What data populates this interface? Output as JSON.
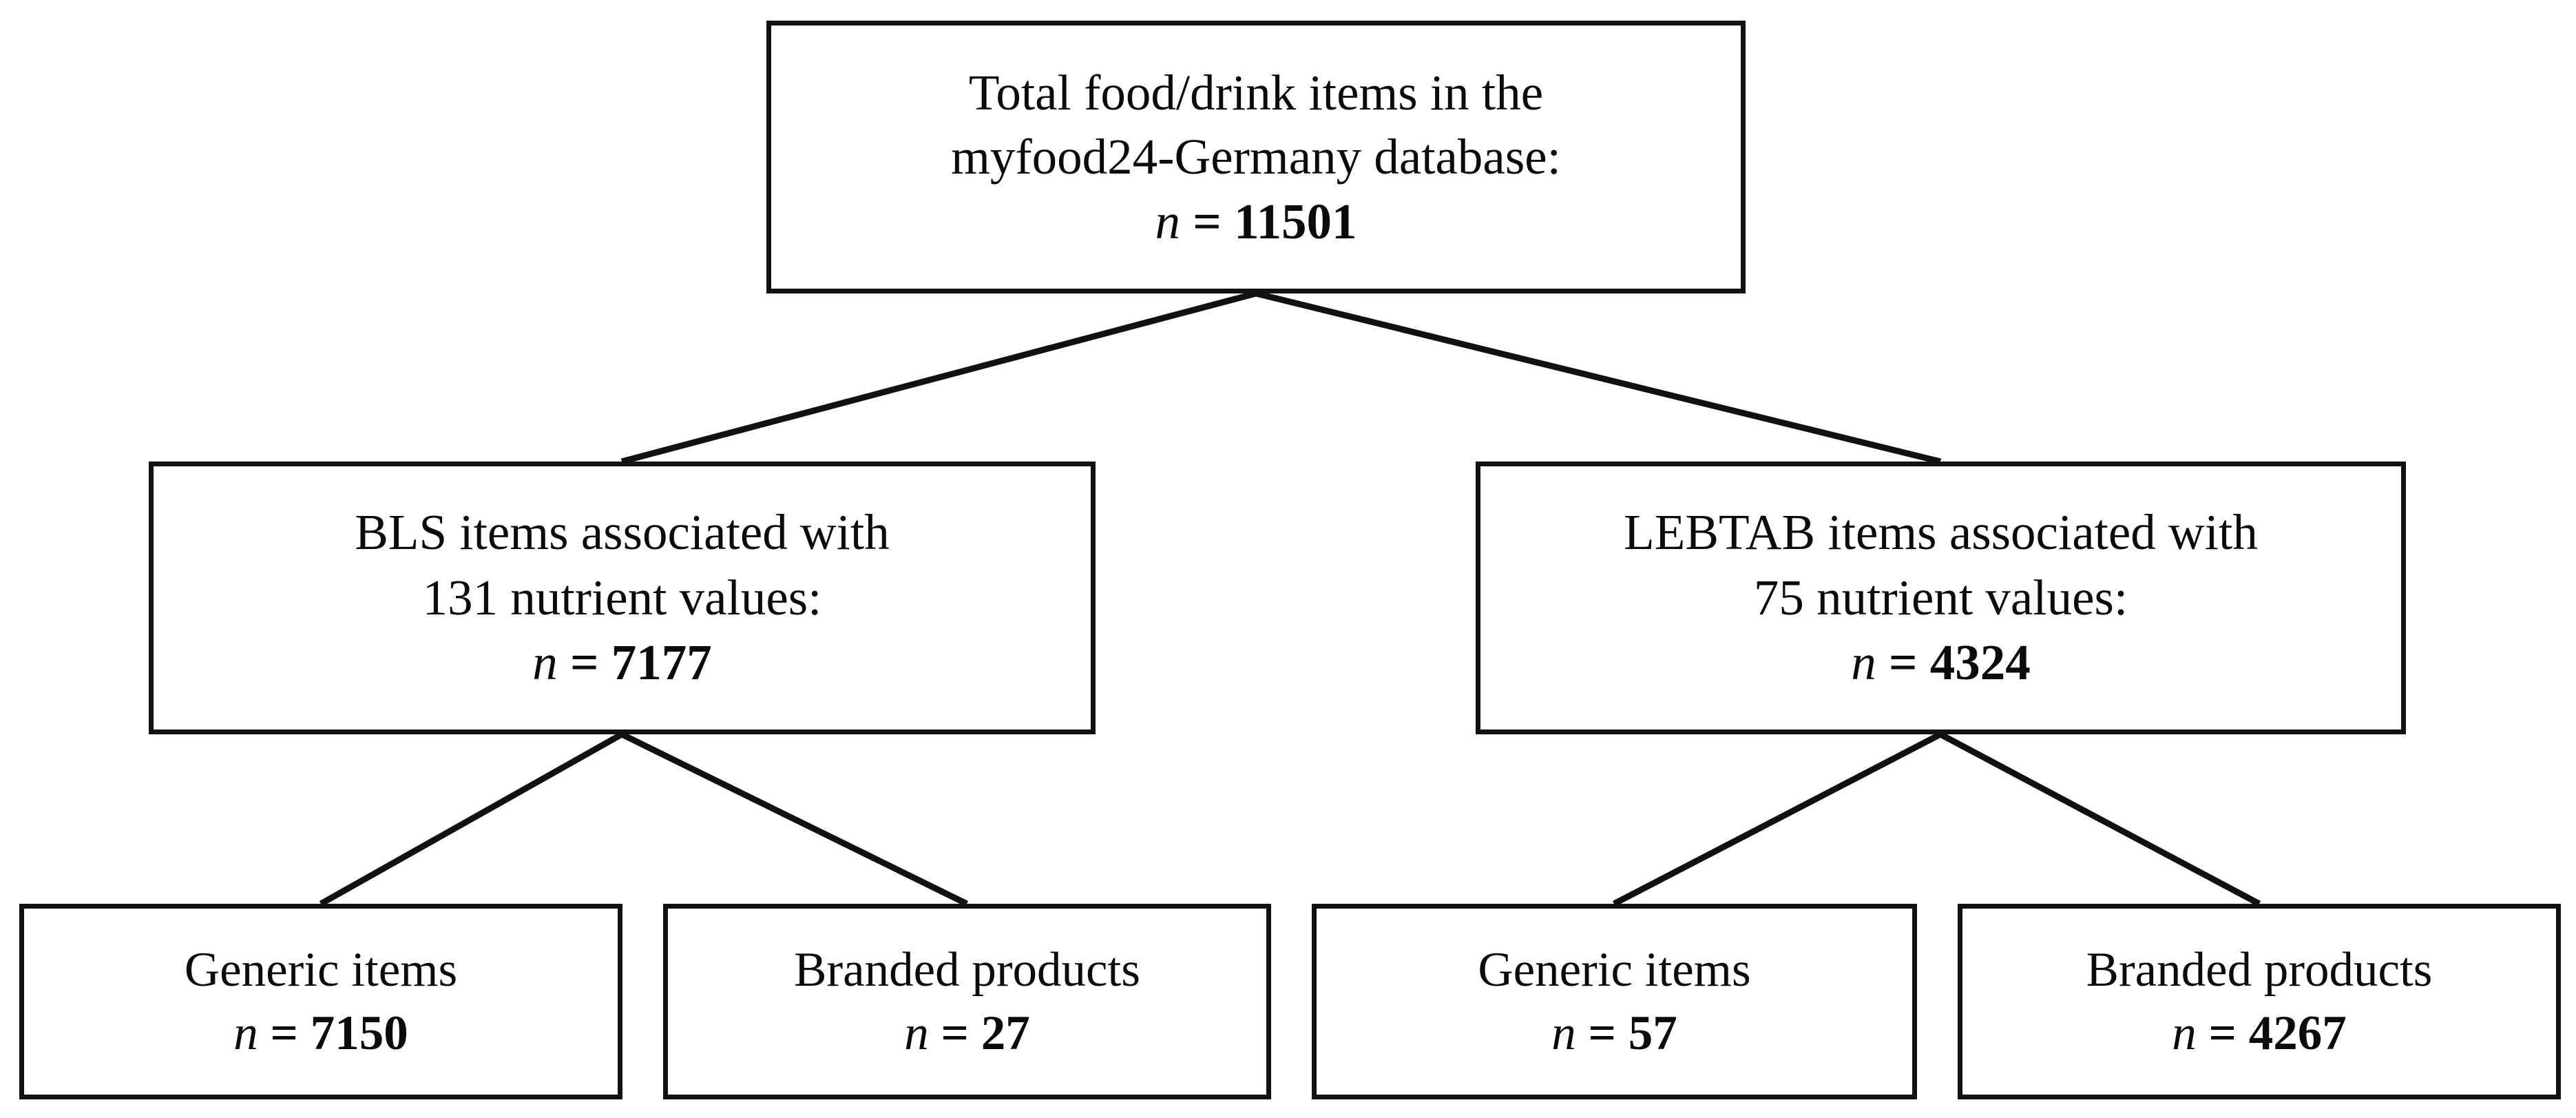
{
  "diagram": {
    "type": "flowchart",
    "title": "myfood24-Germany database composition flow diagram",
    "colors": {
      "box_border": "#111111",
      "box_fill": "#ffffff",
      "connector": "#111111",
      "text": "#0b0b0b",
      "background": "#ffffff"
    },
    "nodes": {
      "root": {
        "id": "total-items",
        "line1": "Total food/drink items in the",
        "line2": "myfood24-Germany database:",
        "n_symbol": "n",
        "n_equals": "=",
        "n_value": "11501"
      },
      "bls": {
        "id": "bls-items",
        "line1": "BLS items associated with",
        "line2": "131 nutrient values:",
        "n_symbol": "n",
        "n_equals": "=",
        "n_value": "7177"
      },
      "lebtab": {
        "id": "lebtab-items",
        "line1": "LEBTAB items associated with",
        "line2": "75 nutrient values:",
        "n_symbol": "n",
        "n_equals": "=",
        "n_value": "4324"
      },
      "bls_generic": {
        "id": "bls-generic-items",
        "line1": "Generic items",
        "n_symbol": "n",
        "n_equals": "=",
        "n_value": "7150"
      },
      "bls_branded": {
        "id": "bls-branded-products",
        "line1": "Branded products",
        "n_symbol": "n",
        "n_equals": "=",
        "n_value": "27"
      },
      "lebtab_generic": {
        "id": "lebtab-generic-items",
        "line1": "Generic items",
        "n_symbol": "n",
        "n_equals": "=",
        "n_value": "57"
      },
      "lebtab_branded": {
        "id": "lebtab-branded-products",
        "line1": "Branded products",
        "n_symbol": "n",
        "n_equals": "=",
        "n_value": "4267"
      }
    },
    "edges": [
      {
        "from": "root",
        "to": "bls"
      },
      {
        "from": "root",
        "to": "lebtab"
      },
      {
        "from": "bls",
        "to": "bls_generic"
      },
      {
        "from": "bls",
        "to": "bls_branded"
      },
      {
        "from": "lebtab",
        "to": "lebtab_generic"
      },
      {
        "from": "lebtab",
        "to": "lebtab_branded"
      }
    ]
  },
  "chart_data": {
    "type": "table",
    "title": "myfood24-Germany database item counts",
    "categories": [
      "Total food/drink items",
      "BLS items (131 nutrient values)",
      "LEBTAB items (75 nutrient values)",
      "BLS - Generic items",
      "BLS - Branded products",
      "LEBTAB - Generic items",
      "LEBTAB - Branded products"
    ],
    "values": [
      11501,
      7177,
      4324,
      7150,
      27,
      57,
      4267
    ]
  }
}
